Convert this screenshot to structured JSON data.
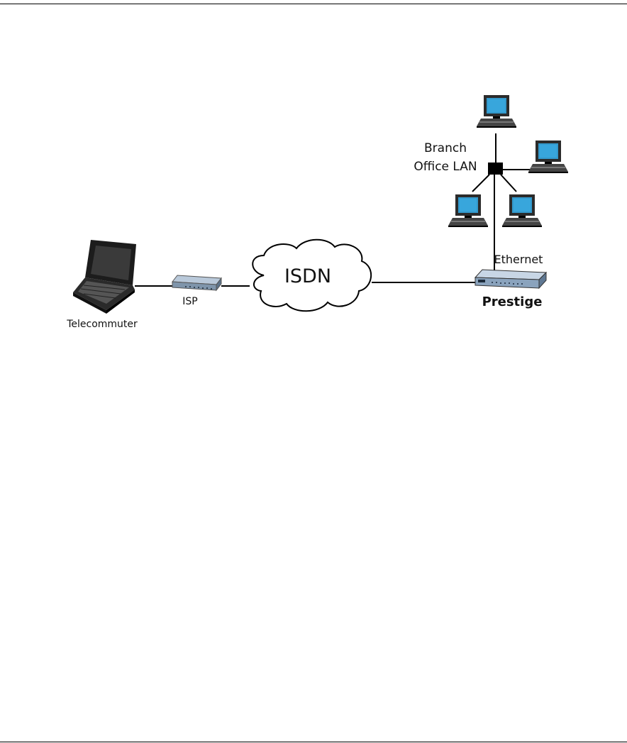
{
  "diagram": {
    "labels": {
      "branch_line1": "Branch",
      "branch_line2": "Office LAN",
      "ethernet": "Ethernet",
      "isdn": "ISDN",
      "isp": "ISP",
      "prestige": "Prestige",
      "telecommuter": "Telecommuter"
    }
  }
}
